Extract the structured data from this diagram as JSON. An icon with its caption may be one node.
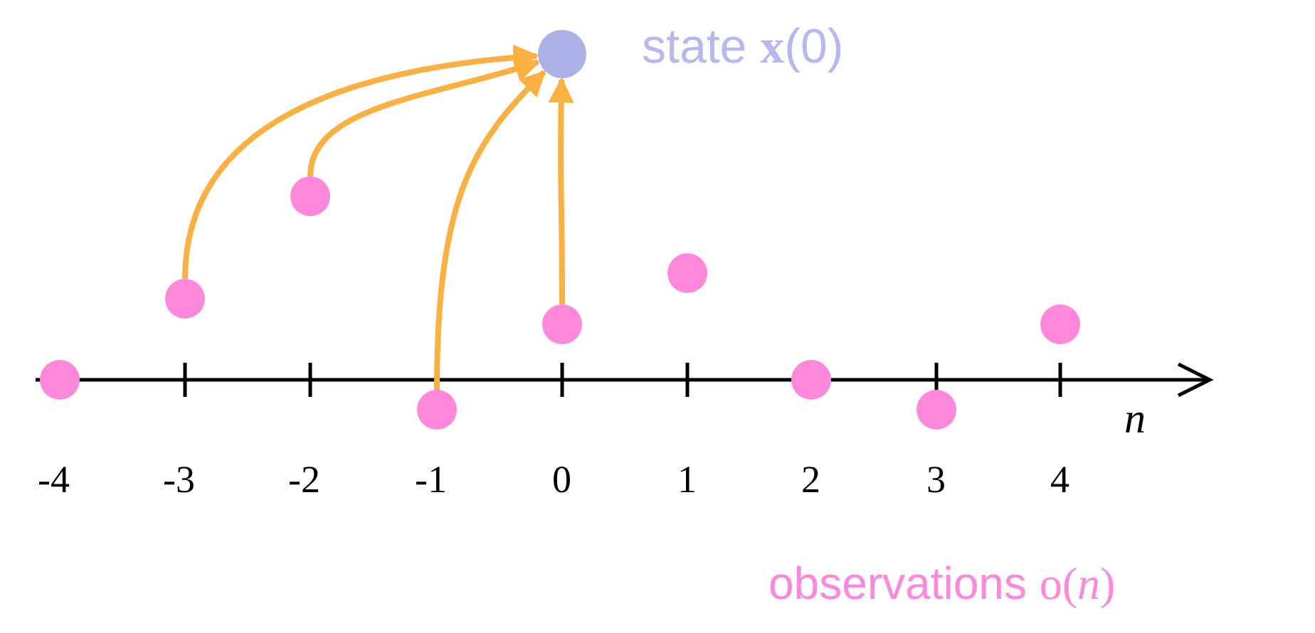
{
  "diagram": {
    "nodes": [
      {
        "text": [],
        "shape": "circle",
        "beside": [
          "state **x**(0)"
        ]
      },
      {
        "text": [],
        "shape": "circle"
      },
      {
        "text": [],
        "shape": "circle"
      },
      {
        "text": [],
        "shape": "circle"
      },
      {
        "text": [],
        "shape": "circle"
      },
      {
        "text": [],
        "shape": "circle"
      },
      {
        "text": [],
        "shape": "circle"
      },
      {
        "text": [],
        "shape": "circle"
      },
      {
        "text": [],
        "shape": "circle"
      },
      {
        "text": [],
        "shape": "circle"
      }
    ],
    "edges": [
      {
        "from": 2,
        "to": 0,
        "arrow": "to"
      },
      {
        "from": 3,
        "to": 0,
        "arrow": "to"
      },
      {
        "from": 4,
        "to": 0,
        "arrow": "to"
      },
      {
        "from": 5,
        "to": 0,
        "arrow": "to"
      }
    ],
    "labels": [
      "*n*",
      "-4",
      "-3",
      "-2",
      "-1",
      "0",
      "1",
      "2",
      "3",
      "4",
      "observations o(*n*)"
    ]
  }
}
